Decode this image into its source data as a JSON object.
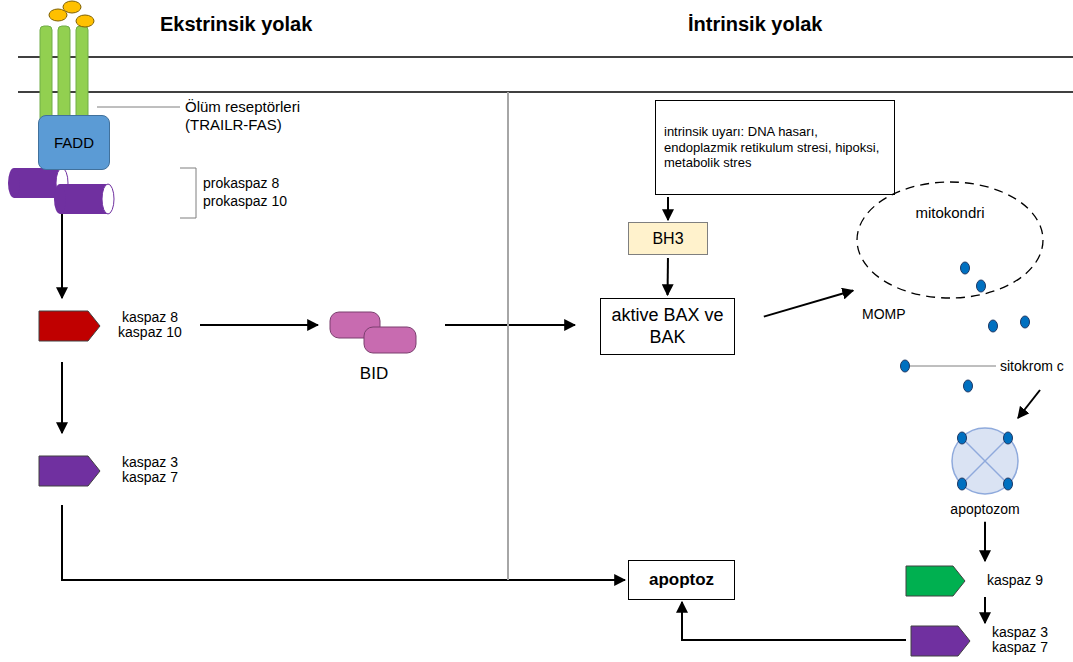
{
  "diagram": {
    "nodes": [
      {
        "text": [
          "FADD"
        ]
      },
      {
        "text": [
          "kaspaz 8 kaspaz 10"
        ]
      },
      {
        "text": [
          "BID"
        ]
      },
      {
        "text": [
          "kaspaz 3 kaspaz 7"
        ]
      },
      {
        "text": [
          "intrinsik uyarı: DNA hasarı, endoplazmik retikulum stresi, hipoksi, metabolik stres"
        ]
      },
      {
        "text": [
          "BH3"
        ]
      },
      {
        "text": [
          "aktive BAX ve BAK"
        ]
      },
      {
        "text": [
          "mitokondri"
        ]
      },
      {
        "text": [
          "apoptozom"
        ]
      },
      {
        "text": [
          "kaspaz 9"
        ]
      },
      {
        "text": [
          "apoptoz"
        ]
      },
      {
        "text": [
          "kaspaz 3 kaspaz 7"
        ]
      }
    ],
    "edges": [
      {
        "from": 0,
        "to": 1,
        "arrow": "to"
      },
      {
        "from": 1,
        "to": 2,
        "arrow": "to"
      },
      {
        "from": 2,
        "to": 6,
        "arrow": "to"
      },
      {
        "from": 1,
        "to": 3,
        "arrow": "to"
      },
      {
        "from": 3,
        "to": 10,
        "arrow": "to"
      },
      {
        "from": 4,
        "to": 5,
        "arrow": "to"
      },
      {
        "from": 5,
        "to": 6,
        "arrow": "to"
      },
      {
        "from": 6,
        "to": 7,
        "arrow": "to"
      },
      {
        "from": 8,
        "to": 9,
        "arrow": "to"
      },
      {
        "from": 9,
        "to": 11,
        "arrow": "to"
      },
      {
        "from": 11,
        "to": 10,
        "arrow": "to"
      }
    ],
    "labels": [
      "Ekstrinsik yolak",
      "İntrinsik yolak",
      "Ölüm reseptörleri (TRAILR-FAS)",
      "prokaspaz 8 prokaspaz 10",
      "MOMP",
      "sitokrom c"
    ]
  }
}
